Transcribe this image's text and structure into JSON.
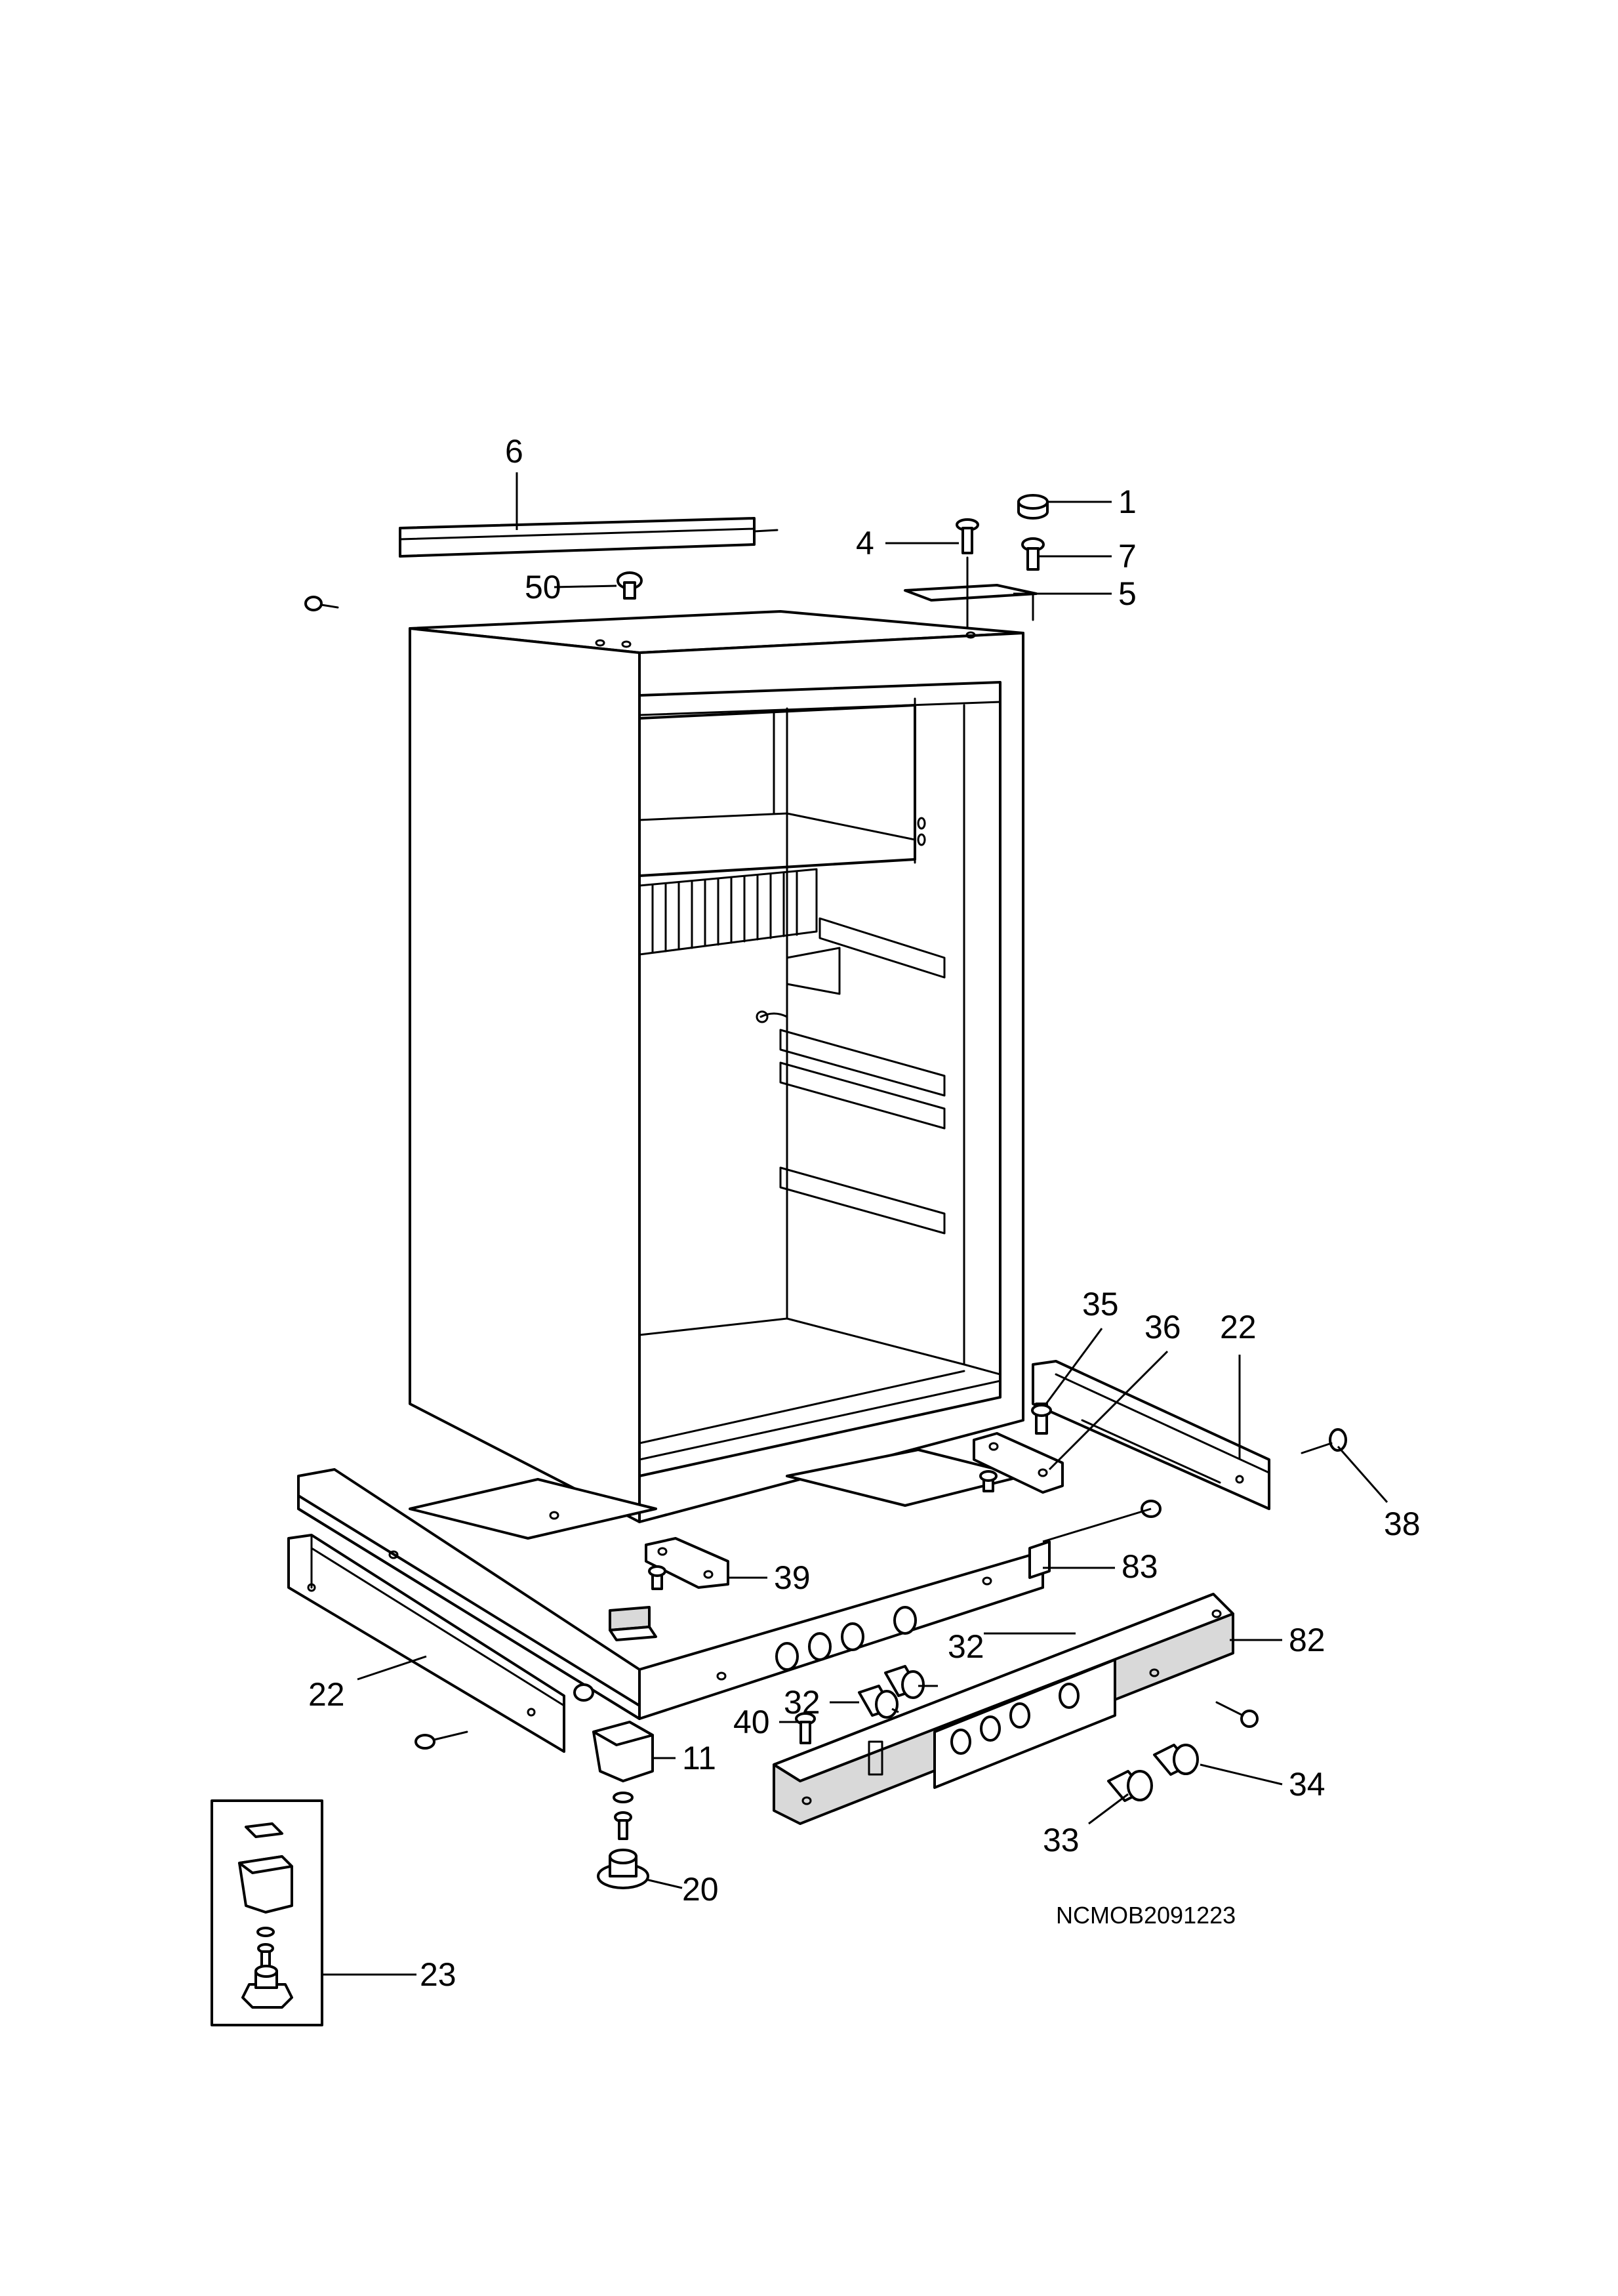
{
  "drawing_code": "NCMOB2091223",
  "callouts": {
    "c1": "1",
    "c4": "4",
    "c5": "5",
    "c6": "6",
    "c7": "7",
    "c50": "50",
    "c35": "35",
    "c36": "36",
    "c22_right": "22",
    "c38": "38",
    "c83": "83",
    "c82": "82",
    "c39": "39",
    "c32_upper": "32",
    "c32_lower": "32",
    "c40": "40",
    "c22_left": "22",
    "c11": "11",
    "c34": "34",
    "c33": "33",
    "c20": "20",
    "c23": "23"
  }
}
